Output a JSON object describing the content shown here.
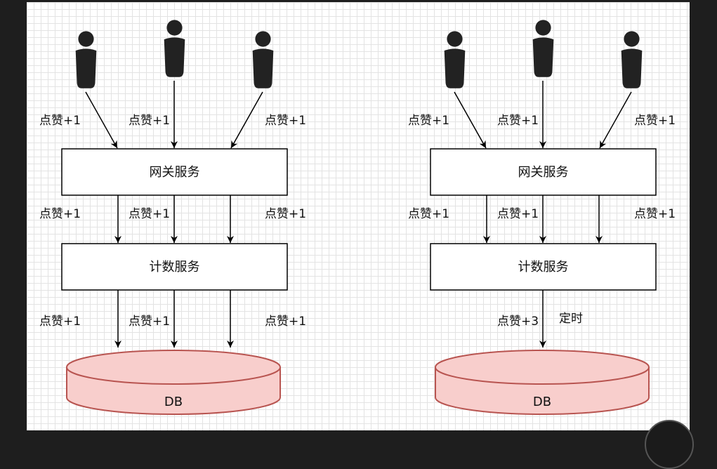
{
  "left_panel": {
    "user_to_gateway_labels": [
      "点赞+1",
      "点赞+1",
      "点赞+1"
    ],
    "gateway_label": "网关服务",
    "gateway_to_counter_labels": [
      "点赞+1",
      "点赞+1",
      "点赞+1"
    ],
    "counter_label": "计数服务",
    "counter_to_db_labels": [
      "点赞+1",
      "点赞+1",
      "点赞+1"
    ],
    "db_label": "DB"
  },
  "right_panel": {
    "user_to_gateway_labels": [
      "点赞+1",
      "点赞+1",
      "点赞+1"
    ],
    "gateway_label": "网关服务",
    "gateway_to_counter_labels": [
      "点赞+1",
      "点赞+1",
      "点赞+1"
    ],
    "counter_label": "计数服务",
    "counter_to_db_label": "点赞+3",
    "timer_label": "定时",
    "db_label": "DB"
  },
  "colors": {
    "user_icon": "#222222",
    "db_fill": "#f8cecc",
    "db_stroke": "#b85450",
    "box_stroke": "#000000"
  },
  "icons": [
    "user-icon"
  ]
}
